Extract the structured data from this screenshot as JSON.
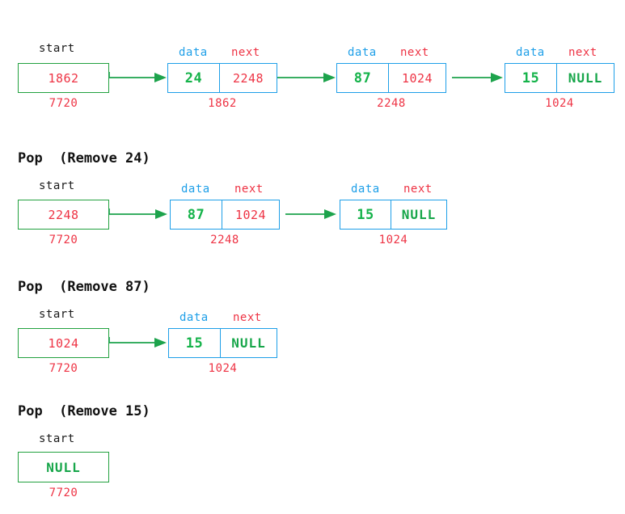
{
  "colors": {
    "start_box_border": "#22A13F",
    "node_box_border": "#1E9FE8",
    "pointer_text": "#EE3344",
    "data_text": "#15B34A",
    "null_text": "#17A64A",
    "data_label": "#1E9FE8",
    "next_label": "#EE3344",
    "arrow": "#1DA34C",
    "heading": "#111111"
  },
  "labels": {
    "start": "start",
    "data": "data",
    "next": "next",
    "null": "NULL"
  },
  "sections": [
    {
      "id": "initial",
      "title": "",
      "start": {
        "label": "start",
        "value": "1862",
        "address": "7720"
      },
      "nodes": [
        {
          "data": "24",
          "next": "2248",
          "address": "1862",
          "next_is_null": false
        },
        {
          "data": "87",
          "next": "1024",
          "address": "2248",
          "next_is_null": false
        },
        {
          "data": "15",
          "next": "NULL",
          "address": "1024",
          "next_is_null": true
        }
      ]
    },
    {
      "id": "pop-24",
      "title": "Pop  (Remove 24)",
      "start": {
        "label": "start",
        "value": "2248",
        "address": "7720"
      },
      "nodes": [
        {
          "data": "87",
          "next": "1024",
          "address": "2248",
          "next_is_null": false
        },
        {
          "data": "15",
          "next": "NULL",
          "address": "1024",
          "next_is_null": true
        }
      ]
    },
    {
      "id": "pop-87",
      "title": "Pop  (Remove 87)",
      "start": {
        "label": "start",
        "value": "1024",
        "address": "7720"
      },
      "nodes": [
        {
          "data": "15",
          "next": "NULL",
          "address": "1024",
          "next_is_null": true
        }
      ]
    },
    {
      "id": "pop-15",
      "title": "Pop  (Remove 15)",
      "start": {
        "label": "start",
        "value": "NULL",
        "address": "7720",
        "is_null": true
      },
      "nodes": []
    }
  ]
}
